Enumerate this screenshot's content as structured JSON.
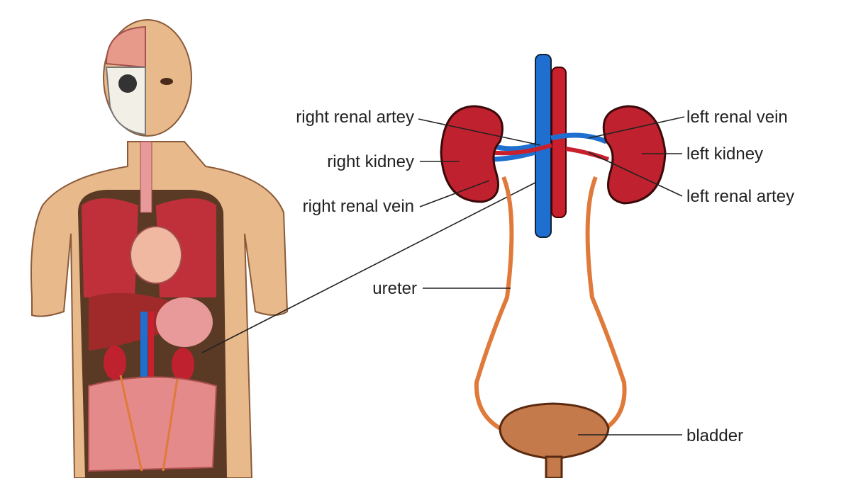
{
  "labels": {
    "right_renal_artery": "right renal artey",
    "right_kidney": "right kidney",
    "right_renal_vein": "right renal vein",
    "ureter": "ureter",
    "left_renal_vein": "left renal vein",
    "left_kidney": "left kidney",
    "left_renal_artery": "left renal artey",
    "bladder": "bladder"
  },
  "colors": {
    "skin": "#e8b98a",
    "kidney": "#c0212e",
    "vein": "#1f6fd1",
    "artery": "#c8202c",
    "ureter": "#e07a3a",
    "bladder": "#c47a4a"
  }
}
